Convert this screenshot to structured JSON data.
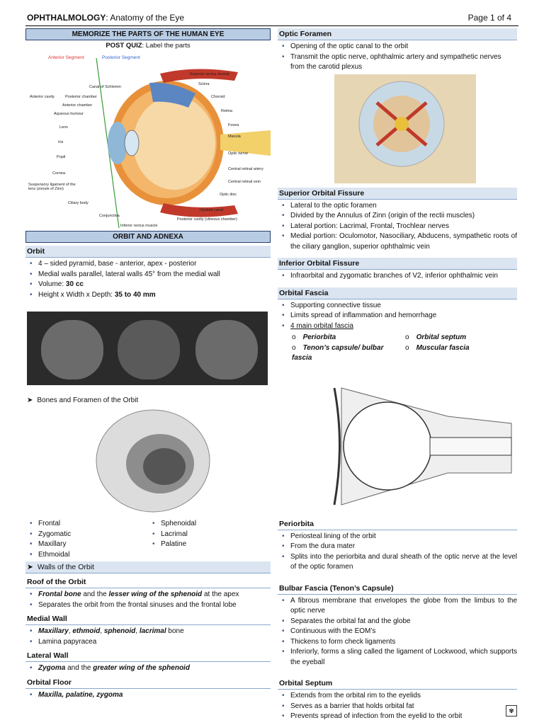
{
  "header": {
    "subject": "OPHTHALMOLOGY",
    "topic": ": Anatomy of the Eye",
    "page": "Page 1 of 4"
  },
  "left": {
    "memorize_bar": "MEMORIZE THE PARTS OF THE HUMAN EYE",
    "quiz_bold": "POST QUIZ",
    "quiz_rest": ": Label the parts",
    "eye_labels": [
      "Anterior Segment",
      "Posterior Segment",
      "Superior rectus muscle",
      "Sclera",
      "Canal of Schlemm",
      "Choroid",
      "Anterior cavity",
      "Posterior chamber",
      "Anterior chamber",
      "Retina",
      "Aqueous humour",
      "Fovea",
      "Lens",
      "Macula",
      "Iris",
      "Optic nerve",
      "Pupil",
      "Central retinal artery",
      "Cornea",
      "Central retinal vein",
      "Suspensory ligament of the lens (zonule of Zinn)",
      "Optic disc",
      "Ciliary body",
      "Hyaloid canal",
      "Conjunctiva",
      "Posterior cavity (vitreous chamber)",
      "Inferior rectus muscle"
    ],
    "orbit_bar": "ORBIT AND ADNEXA",
    "orbit_title": "Orbit",
    "orbit_items": [
      "4 – sided pyramid, base - anterior, apex - posterior",
      "Medial walls parallel, lateral walls 45° from the medial wall"
    ],
    "volume_label": "Volume: ",
    "volume_value": "30 cc",
    "hwd_label": "Height x Width x Depth: ",
    "hwd_value": "35 to 40 mm",
    "bones_heading": "Bones and Foramen of the Orbit",
    "bones_col1": [
      "Frontal",
      "Zygomatic",
      "Maxillary",
      "Ethmoidal"
    ],
    "bones_col2": [
      "Sphenoidal",
      "Lacrimal",
      "Palatine"
    ],
    "walls_heading": "Walls of the Orbit",
    "roof_title": "Roof of the Orbit",
    "roof_1a": "Frontal bone",
    "roof_1b": " and the ",
    "roof_1c": "lesser wing of the sphenoid",
    "roof_1d": " at the apex",
    "roof_2": "Separates the orbit from the frontal sinuses and the frontal lobe",
    "medial_title": "Medial Wall",
    "medial_1a": "Maxillary",
    "medial_1b": ", ",
    "medial_1c": "ethmoid",
    "medial_1d": ", ",
    "medial_1e": "sphenoid",
    "medial_1f": ", ",
    "medial_1g": "lacrimal",
    "medial_1h": " bone",
    "medial_2": "Lamina papyracea",
    "lateral_title": "Lateral Wall",
    "lateral_1a": "Zygoma",
    "lateral_1b": " and the ",
    "lateral_1c": "greater wing of the sphenoid",
    "floor_title": "Orbital Floor",
    "floor_1": "Maxilla, palatine, zygoma"
  },
  "right": {
    "optic_title": "Optic Foramen",
    "optic_items": [
      "Opening of the optic canal to the orbit",
      "Transmit the optic nerve, ophthalmic artery and sympathetic nerves from the carotid plexus"
    ],
    "sof_title": "Superior Orbital Fissure",
    "sof_items": [
      "Lateral to the optic foramen",
      "Divided by the Annulus of Zinn (origin of the rectii muscles)",
      "Lateral portion: Lacrimal, Frontal, Trochlear nerves",
      "Medial portion: Oculomotor, Nasociliary, Abducens, sympathetic roots of the ciliary ganglion, superior ophthalmic vein"
    ],
    "iof_title": "Inferior Orbital Fissure",
    "iof_items": [
      "Infraorbital and zygomatic branches of V2, inferior ophthalmic vein"
    ],
    "fascia_title": "Orbital Fascia",
    "fascia_items": [
      "Supporting connective tissue",
      "Limits spread of inflammation and hemorrhage",
      "4 main orbital fascia"
    ],
    "fascia_sub": [
      "Periorbita",
      "Orbital septum",
      "Tenon’s capsule/ bulbar fascia",
      "Muscular fascia"
    ],
    "periorbita_title": "Periorbita",
    "periorbita_items": [
      "Periosteal lining of the orbit",
      "From the dura mater",
      "Splits into the periorbita and dural sheath of the optic nerve at the level of the optic foramen"
    ],
    "bulbar_title": "Bulbar Fascia (Tenon’s Capsule)",
    "bulbar_items": [
      "A fibrous membrane that envelopes the globe from the limbus to the optic nerve",
      "Separates the orbital fat and the globe",
      "Continuous with the EOM’s",
      "Thickens to form check ligaments",
      "Inferiorly, forms a sling called the ligament of Lockwood, which supports the eyeball"
    ],
    "septum_title": "Orbital Septum",
    "septum_items": [
      "Extends from the orbital rim to the eyelids",
      "Serves as a barrier that holds orbital fat",
      "Prevents spread of infection from the eyelid to the orbit"
    ]
  }
}
